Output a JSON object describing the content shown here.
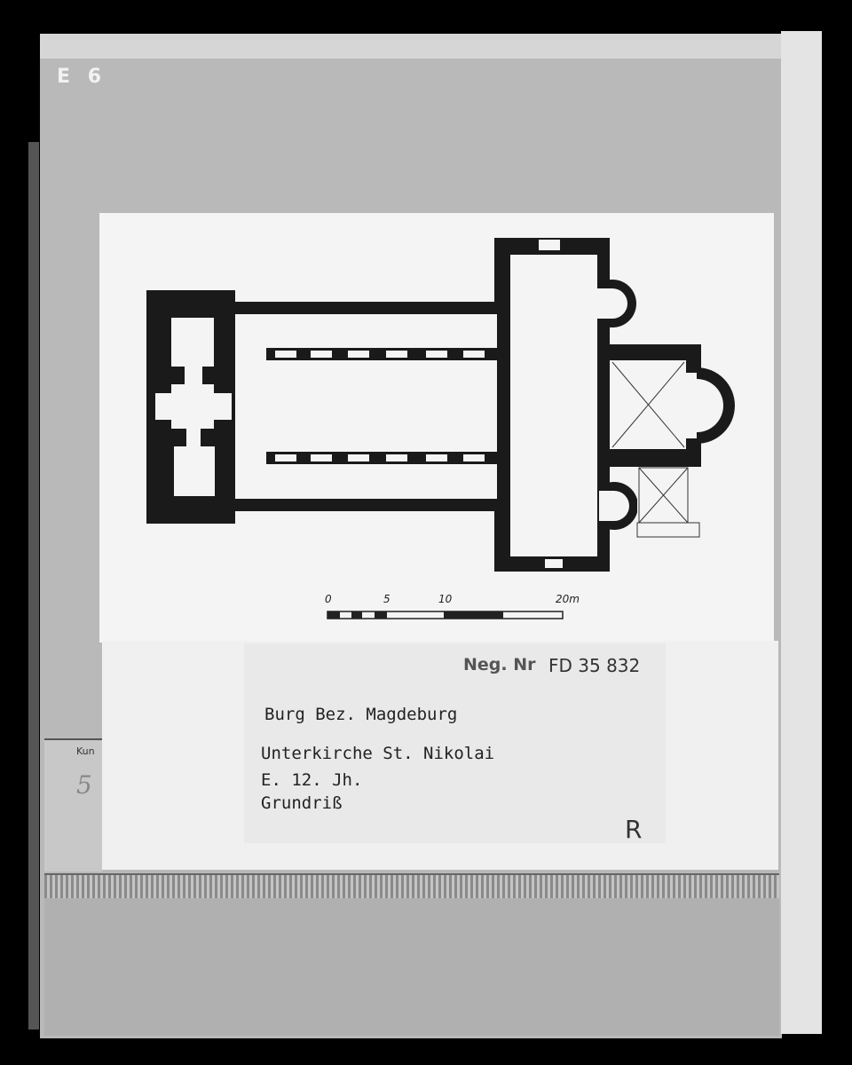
{
  "card": {
    "corner_label": "E 6",
    "left_tab_label": "Kun",
    "left_tab_mark": "5"
  },
  "plan": {
    "scale": {
      "ticks": [
        "0",
        "5",
        "10",
        "20m"
      ]
    }
  },
  "label": {
    "neg_label": "Neg. Nr",
    "neg_number": "FD 35 832",
    "place": "Burg Bez. Magdeburg",
    "title": "Unterkirche St. Nikolai",
    "date": "E. 12. Jh.",
    "kind": "Grundriß",
    "mark": "R"
  }
}
